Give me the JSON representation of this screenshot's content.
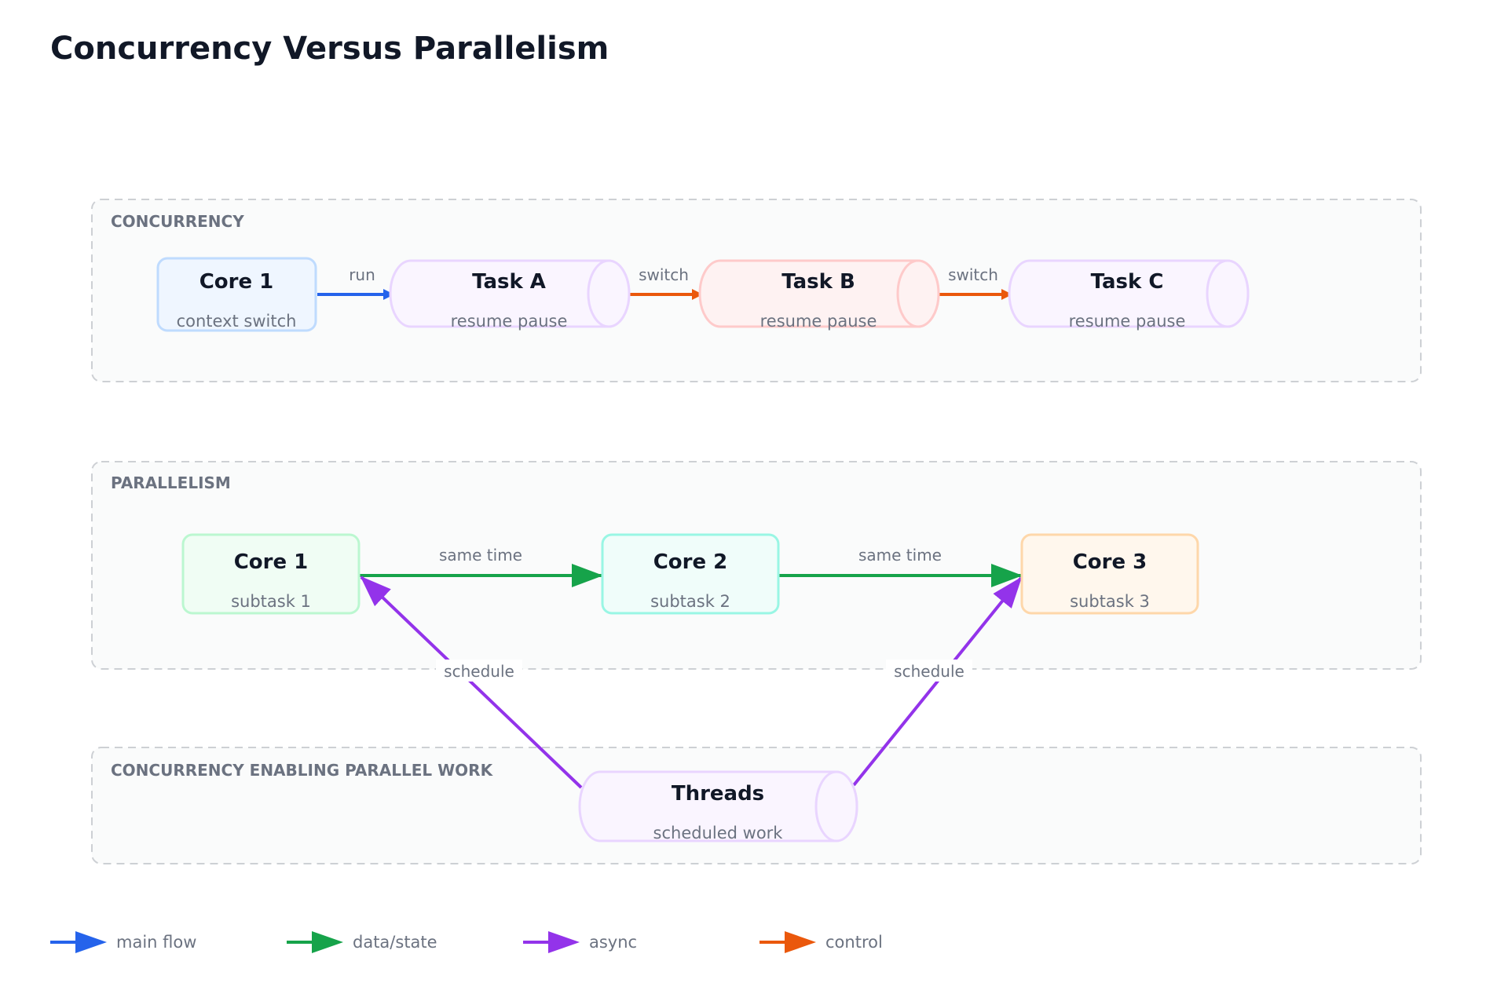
{
  "title": "Concurrency Versus Parallelism",
  "colors": {
    "main_flow": "#2563eb",
    "data_state": "#16a34a",
    "async": "#9333ea",
    "control": "#ea580c"
  },
  "groups": {
    "concurrency": {
      "label": "CONCURRENCY"
    },
    "parallelism": {
      "label": "PARALLELISM"
    },
    "enabling": {
      "label": "CONCURRENCY ENABLING PARALLEL WORK"
    }
  },
  "nodes": {
    "conc_core1": {
      "title": "Core 1",
      "subtitle": "context switch",
      "shape": "rounded-rect"
    },
    "task_a": {
      "title": "Task A",
      "subtitle": "resume pause",
      "shape": "cylinder"
    },
    "task_b": {
      "title": "Task B",
      "subtitle": "resume pause",
      "shape": "cylinder"
    },
    "task_c": {
      "title": "Task C",
      "subtitle": "resume pause",
      "shape": "cylinder"
    },
    "par_core1": {
      "title": "Core 1",
      "subtitle": "subtask 1",
      "shape": "rounded-rect"
    },
    "par_core2": {
      "title": "Core 2",
      "subtitle": "subtask 2",
      "shape": "rounded-rect"
    },
    "par_core3": {
      "title": "Core 3",
      "subtitle": "subtask 3",
      "shape": "rounded-rect"
    },
    "threads": {
      "title": "Threads",
      "subtitle": "scheduled work",
      "shape": "cylinder"
    }
  },
  "edges": [
    {
      "from": "conc_core1",
      "to": "task_a",
      "label": "run",
      "type": "main_flow"
    },
    {
      "from": "task_a",
      "to": "task_b",
      "label": "switch",
      "type": "control"
    },
    {
      "from": "task_b",
      "to": "task_c",
      "label": "switch",
      "type": "control"
    },
    {
      "from": "par_core1",
      "to": "par_core2",
      "label": "same time",
      "type": "data_state"
    },
    {
      "from": "par_core2",
      "to": "par_core3",
      "label": "same time",
      "type": "data_state"
    },
    {
      "from": "threads",
      "to": "par_core1",
      "label": "schedule",
      "type": "async"
    },
    {
      "from": "threads",
      "to": "par_core3",
      "label": "schedule",
      "type": "async"
    }
  ],
  "legend": [
    {
      "label": "main flow",
      "type": "main_flow"
    },
    {
      "label": "data/state",
      "type": "data_state"
    },
    {
      "label": "async",
      "type": "async"
    },
    {
      "label": "control",
      "type": "control"
    }
  ]
}
